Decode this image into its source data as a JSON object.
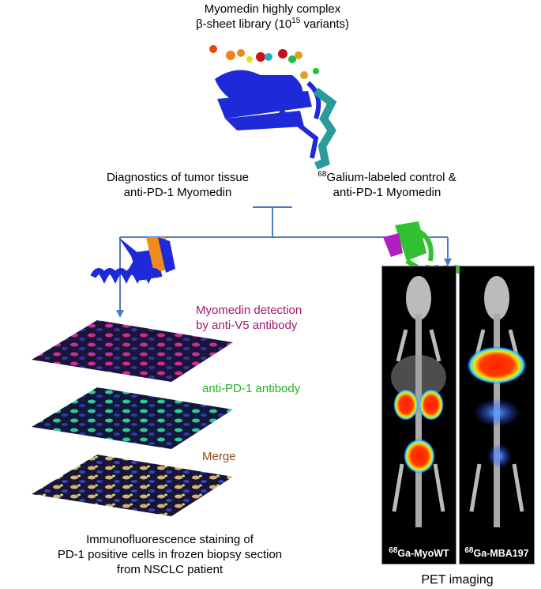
{
  "library": {
    "line1": "Myomedin highly complex",
    "line2_prefix": "β-sheet library (10",
    "line2_sup": "15",
    "line2_suffix": " variants)"
  },
  "left_branch": {
    "line1": "Diagnostics of tumor tissue",
    "line2": "anti-PD-1 Myomedin"
  },
  "right_branch": {
    "sup": "68",
    "line1": "Galium-labeled control &",
    "line2": "anti-PD-1 Myomedin"
  },
  "layers": [
    {
      "line1": "Myomedin detection",
      "line2": "by anti-V5 antibody",
      "color": "#a0186e"
    },
    {
      "line1": "anti-PD-1 antibody",
      "color": "#22b422"
    },
    {
      "line1": "Merge",
      "color": "#8b4a13"
    }
  ],
  "if_caption": {
    "line1": "Immunofluorescence staining of",
    "line2": "PD-1 positive cells in frozen biopsy section",
    "line3": "from NSCLC patient"
  },
  "pet": {
    "panels": [
      {
        "sup": "68",
        "label": "Ga-MyoWT"
      },
      {
        "sup": "68",
        "label": "Ga-MBA197"
      }
    ],
    "caption": "PET imaging"
  },
  "colors": {
    "arrow": "#4a7cc0"
  }
}
